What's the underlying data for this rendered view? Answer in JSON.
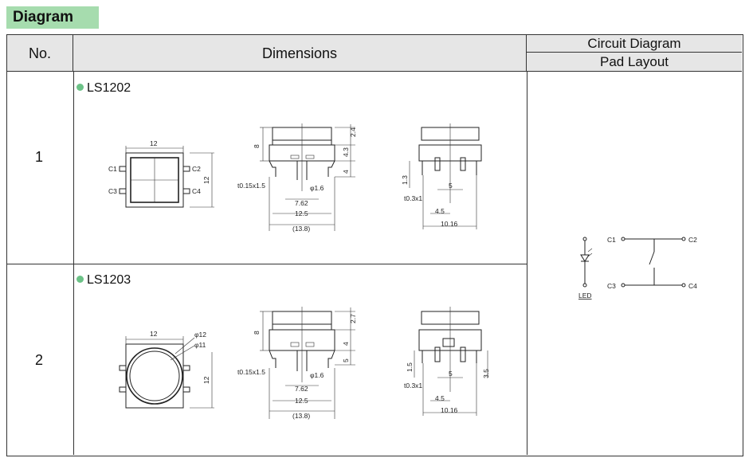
{
  "section_title": "Diagram",
  "header": {
    "no": "No.",
    "dimensions": "Dimensions",
    "circuit_diagram": "Circuit Diagram",
    "pad_layout": "Pad Layout"
  },
  "rows": [
    {
      "no": "1",
      "model": "LS1202",
      "front": {
        "width": "12",
        "height": "12",
        "pins": [
          "C1",
          "C2",
          "C3",
          "C4"
        ]
      },
      "side_a": {
        "h1": "8",
        "h2": "2.4",
        "h3": "4.3",
        "h4": "4",
        "pin": "t0.15x1.5",
        "hole": "φ1.6",
        "w1": "7.62",
        "w2": "12.5",
        "w3": "(13.8)"
      },
      "side_b": {
        "h": "1.3",
        "pitch": "5",
        "pin": "t0.3x1",
        "w1": "4.5",
        "w2": "10.16"
      }
    },
    {
      "no": "2",
      "model": "LS1203",
      "front": {
        "width": "12",
        "height": "12",
        "d_outer": "φ12",
        "d_inner": "φ11"
      },
      "side_a": {
        "h1": "8",
        "h2": "2.7",
        "h3": "4",
        "h4": "5",
        "pin": "t0.15x1.5",
        "hole": "φ1.6",
        "w1": "7.62",
        "w2": "12.5",
        "w3": "(13.8)"
      },
      "side_b": {
        "h": "1.5",
        "pitch": "5",
        "h_right": "3.5",
        "pin": "t0.3x1",
        "w1": "4.5",
        "w2": "10.16"
      }
    }
  ],
  "circuit": {
    "c1": "C1",
    "c2": "C2",
    "c3": "C3",
    "c4": "C4",
    "led": "LED"
  }
}
